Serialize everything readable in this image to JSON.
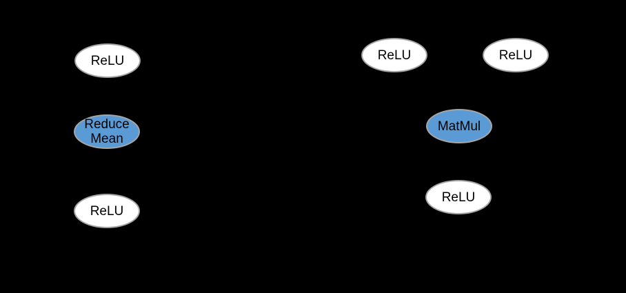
{
  "diagram": {
    "type": "operator-graph",
    "background_color": "#000000",
    "node_border_color": "#a6a6a6",
    "node_text_color": "#000000",
    "node_fill_default": "#ffffff",
    "node_fill_highlight": "#5b9bd5"
  },
  "nodes": [
    {
      "id": "left-relu-top",
      "label": "ReLU",
      "fill": "#ffffff",
      "group": "left-graph"
    },
    {
      "id": "left-reduce-mean",
      "label": "Reduce Mean",
      "fill": "#5b9bd5",
      "group": "left-graph"
    },
    {
      "id": "left-relu-bottom",
      "label": "ReLU",
      "fill": "#ffffff",
      "group": "left-graph"
    },
    {
      "id": "right-relu-input-a",
      "label": "ReLU",
      "fill": "#ffffff",
      "group": "right-graph"
    },
    {
      "id": "right-relu-input-b",
      "label": "ReLU",
      "fill": "#ffffff",
      "group": "right-graph"
    },
    {
      "id": "right-matmul",
      "label": "MatMul",
      "fill": "#5b9bd5",
      "group": "right-graph"
    },
    {
      "id": "right-relu-output",
      "label": "ReLU",
      "fill": "#ffffff",
      "group": "right-graph"
    }
  ]
}
